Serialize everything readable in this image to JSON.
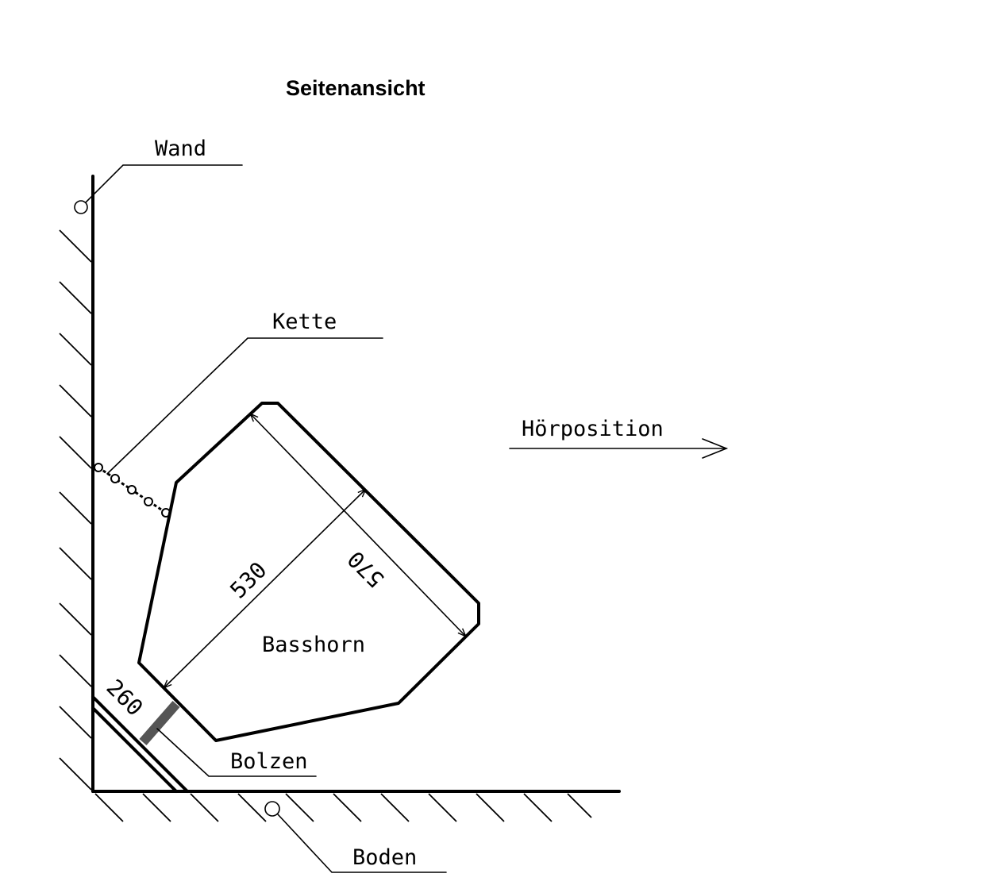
{
  "title": "Seitenansicht",
  "labels": {
    "wand": "Wand",
    "kette": "Kette",
    "hoerposition": "Hörposition",
    "basshorn": "Basshorn",
    "bolzen": "Bolzen",
    "boden": "Boden"
  },
  "dimensions": {
    "depth": "530",
    "height": "570",
    "bolt_offset": "260"
  }
}
